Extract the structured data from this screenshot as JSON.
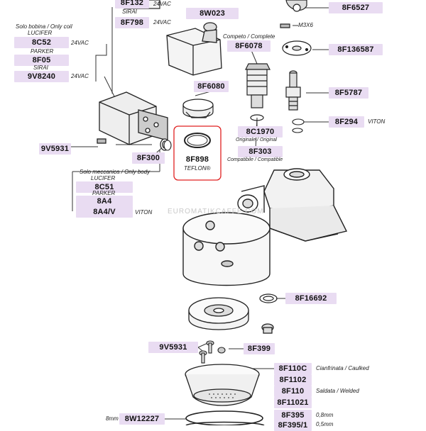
{
  "watermark": "EUROMATIKCAFFE.COM",
  "colors": {
    "label_bg": "#e9dcf2",
    "highlight": "#e02020",
    "line": "#333333"
  },
  "labels": {
    "p_8F132": "8F132",
    "p_8F798": "8F798",
    "p_8C52": "8C52",
    "p_8F05": "8F05",
    "p_9V8240": "9V8240",
    "p_9V5931_top": "9V5931",
    "p_8C51": "8C51",
    "p_8A4": "8A4",
    "p_8A4V": "8A4/V",
    "p_8W023": "8W023",
    "p_8F6078": "8F6078",
    "p_8F6080": "8F6080",
    "p_8C1970": "8C1970",
    "p_8F303": "8F303",
    "p_8F300": "8F300",
    "p_8F898": "8F898",
    "p_8F6527": "8F6527",
    "p_8F136587": "8F136587",
    "p_8F5787": "8F5787",
    "p_8F294": "8F294",
    "p_8F16692": "8F16692",
    "p_9V5931_bottom": "9V5931",
    "p_8F399": "8F399",
    "p_8F110C": "8F110C",
    "p_8F1102": "8F1102",
    "p_8F110": "8F110",
    "p_8F11021": "8F11021",
    "p_8W12227": "8W12227",
    "p_8F395": "8F395",
    "p_8F395_1": "8F395/1"
  },
  "notes": {
    "n_24vac_1": "24VAC",
    "n_sirai_1": "SIRAI",
    "n_24vac_2": "24VAC",
    "n_solo_bobina": "Solo bobina / Only coil",
    "n_lucifer_1": "LUCIFER",
    "n_24vac_3": "24VAC",
    "n_parker_1": "PARKER",
    "n_sirai_2": "SIRAI",
    "n_24vac_4": "24VAC",
    "n_solo_meccanica": "Solo meccanica / Only body",
    "n_lucifer_2": "LUCIFER",
    "n_parker_2": "PARKER",
    "n_viton_1": "VITON",
    "n_m3x6": "M3X6",
    "n_competo": "Competo / Complete",
    "n_viton_2": "VITON",
    "n_originale": "Originale / Original",
    "n_compatibile": "Compatibile / Compatible",
    "n_teflon": "TEFLON®",
    "n_cianfrinata": "Cianfrinata / Caulked",
    "n_saldata": "Saldata / Welded",
    "n_8mm": "8mm",
    "n_08mm": "0,8mm",
    "n_05mm": "0,5mm"
  }
}
